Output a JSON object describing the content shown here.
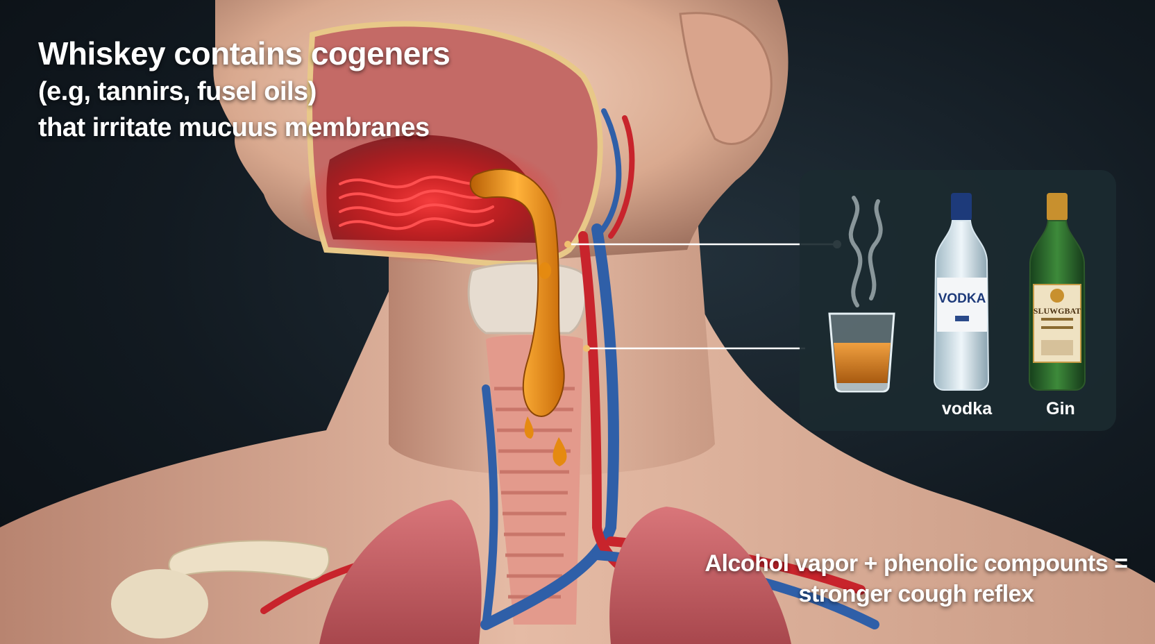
{
  "headline": {
    "line1": "Whiskey contains cogeners",
    "line2": "(e.g, tannirs, fusel oils)",
    "line3": "that irritate mucuus membranes"
  },
  "footer_note": {
    "line1": "Alcohol vapor + phenolic compounts =",
    "line2": "stronger cough reflex"
  },
  "drinks_panel": {
    "vodka_bottle_label": "VODKA",
    "gin_bottle_label": "SLUWGBAT",
    "vodka_caption": "vodka",
    "gin_caption": "Gin"
  },
  "colors": {
    "background": "#121a21",
    "skin": "#e8c3ad",
    "inflamed_tissue": "#ff2a2a",
    "whiskey": "#e58a10",
    "artery": "#c8242c",
    "vein": "#2f5fa8",
    "panel": "#1b2a30"
  },
  "icons": [
    "whiskey-glass-icon",
    "vodka-bottle-icon",
    "gin-bottle-icon",
    "vapor-icon"
  ]
}
